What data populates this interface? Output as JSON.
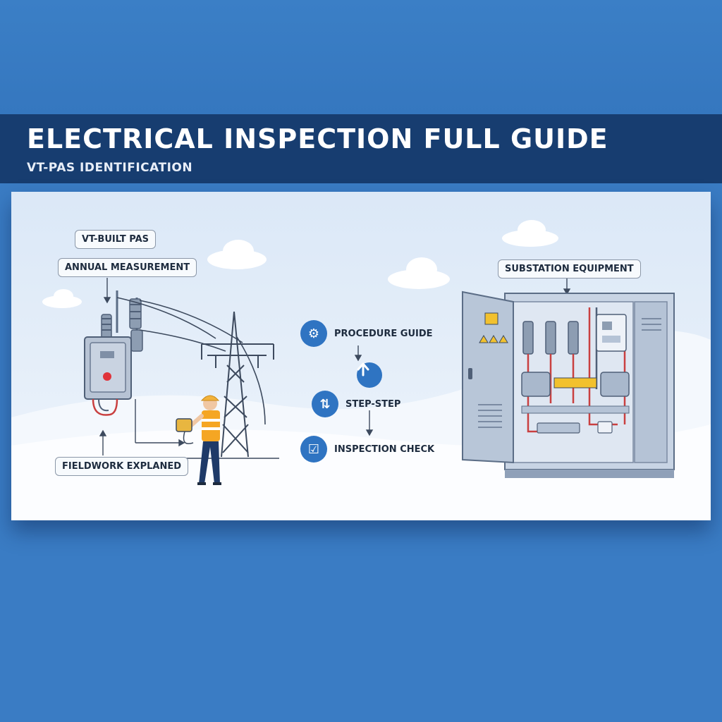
{
  "header": {
    "title": "ELECTRICAL INSPECTION FULL GUIDE",
    "subtitle": "VT-PAS IDENTIFICATION"
  },
  "labels": {
    "vt_built_pas": "VT-BUILT PAS",
    "annual_measurement": "ANNUAL MEASUREMENT",
    "fieldwork_explained": "FIELDWORK EXPLANED",
    "substation_equipment": "SUBSTATION EQUIPMENT"
  },
  "steps": [
    {
      "label": "PROCEDURE GUIDE",
      "icon": "gear-icon"
    },
    {
      "label": "",
      "icon": "arrow-up-icon"
    },
    {
      "label": "STEP-STEP",
      "icon": "tools-icon"
    },
    {
      "label": "INSPECTION CHECK",
      "icon": "clipboard-icon"
    }
  ],
  "colors": {
    "background": "#3a7cc4",
    "title_band": "#173d70",
    "panel": "#e6f0fb",
    "accent": "#2f74c2",
    "cabinet": "#b8c6d8",
    "warning": "#f2c12e",
    "vest": "#f5a623"
  }
}
